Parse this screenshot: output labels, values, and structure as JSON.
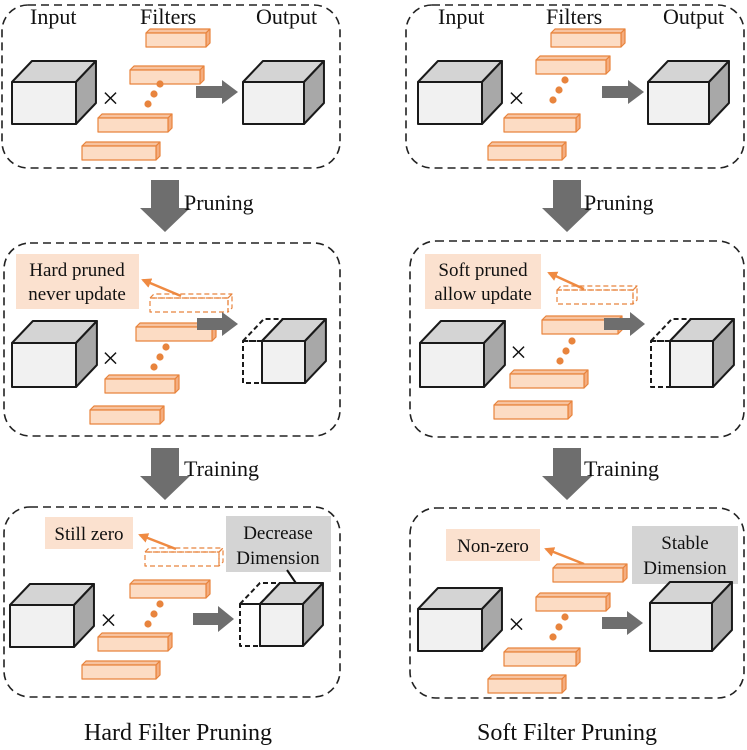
{
  "colors": {
    "filter_front": "#fcdcc4",
    "filter_top": "#f7c3a0",
    "filter_side": "#f4ad7f",
    "filter_stroke": "#e8843d",
    "dots": "#e8843d",
    "arrow_orange": "#ef8a42",
    "cube_front": "#f1f1f1",
    "cube_top": "#d4d4d4",
    "cube_side": "#a8a8a8",
    "gray_arrow": "#6e6e6e",
    "note_orange_bg": "#fbe1cf",
    "note_gray_bg": "#d4d4d4"
  },
  "labels": {
    "input": "Input",
    "filters": "Filters",
    "output": "Output",
    "multiply": "×",
    "pruning": "Pruning",
    "training": "Training"
  },
  "left": {
    "title": "Hard Filter Pruning",
    "mid_note": [
      "Hard pruned",
      "never update"
    ],
    "bottom_note": "Still zero",
    "dim_note": [
      "Decrease",
      "Dimension"
    ]
  },
  "right": {
    "title": "Soft Filter Pruning",
    "mid_note": [
      "Soft pruned",
      "allow update"
    ],
    "bottom_note": "Non-zero",
    "dim_note": [
      "Stable",
      "Dimension"
    ]
  }
}
